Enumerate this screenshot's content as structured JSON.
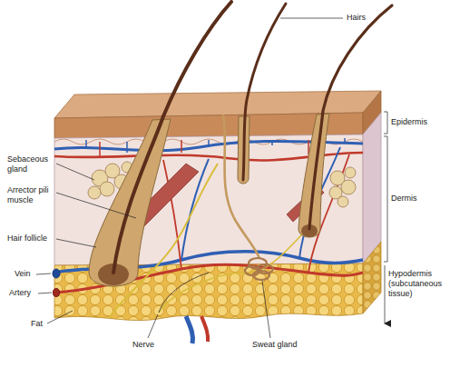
{
  "diagram": {
    "labels": [
      "Hairs",
      "Epidermis",
      "Sebaceous gland",
      "Dermis",
      "Arrector pili muscle",
      "Hair follicle",
      "Vein",
      "Artery",
      "Hypodermis (subcutaneous tissue)",
      "Fat",
      "Nerve",
      "Sweat gland"
    ]
  }
}
